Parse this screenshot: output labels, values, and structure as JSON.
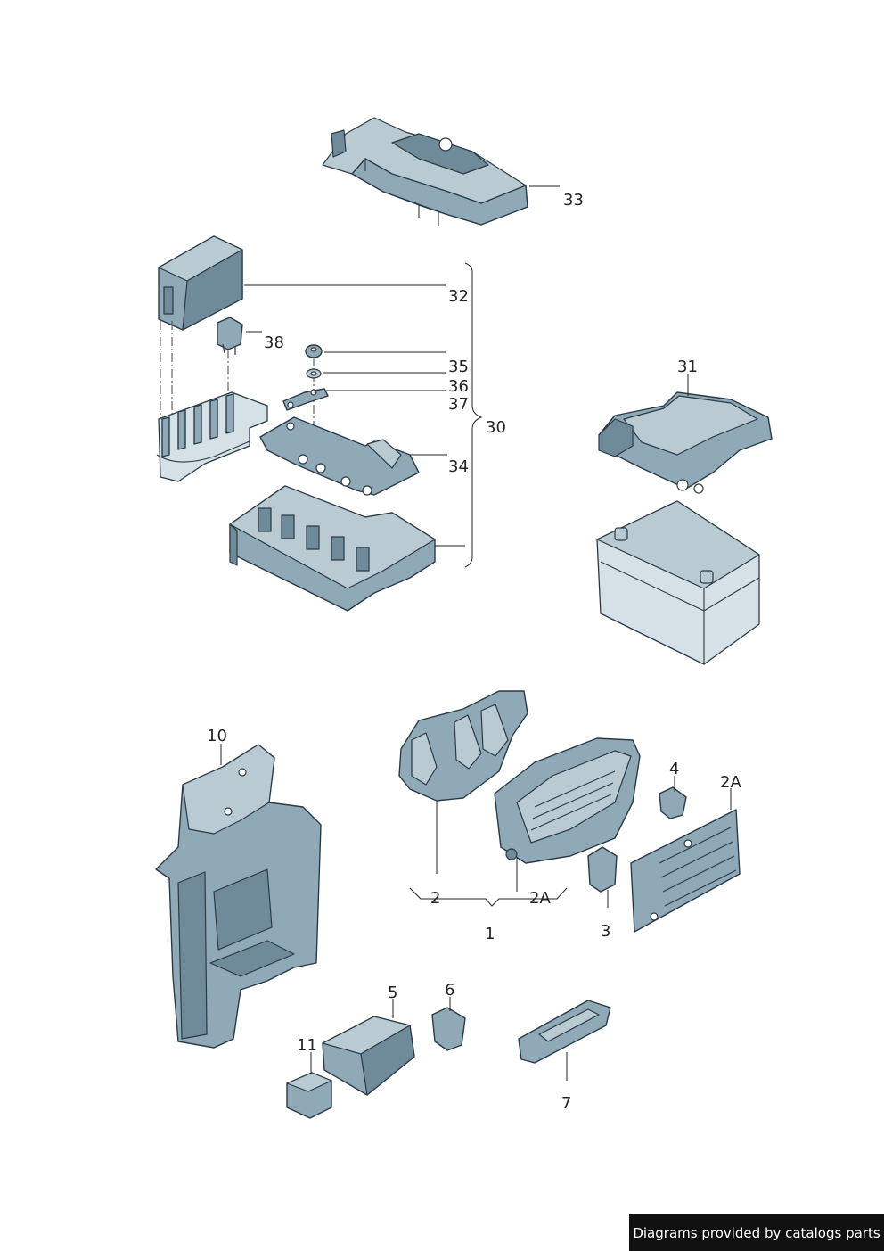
{
  "callouts": {
    "p1": "1",
    "p2": "2",
    "p2a_lower": "2A",
    "p2a_right": "2A",
    "p3": "3",
    "p4": "4",
    "p5": "5",
    "p6": "6",
    "p7": "7",
    "p10": "10",
    "p11": "11",
    "p30": "30",
    "p31": "31",
    "p32": "32",
    "p33": "33",
    "p34": "34",
    "p35": "35",
    "p36": "36",
    "p37": "37",
    "p38": "38"
  },
  "footer": {
    "credit": "Diagrams provided by catalogs parts"
  },
  "colors": {
    "part_fill": "#8fa9b7",
    "part_stroke": "#2a3a44",
    "battery_fill": "#d6e1e7",
    "credit_bg": "#111111"
  }
}
